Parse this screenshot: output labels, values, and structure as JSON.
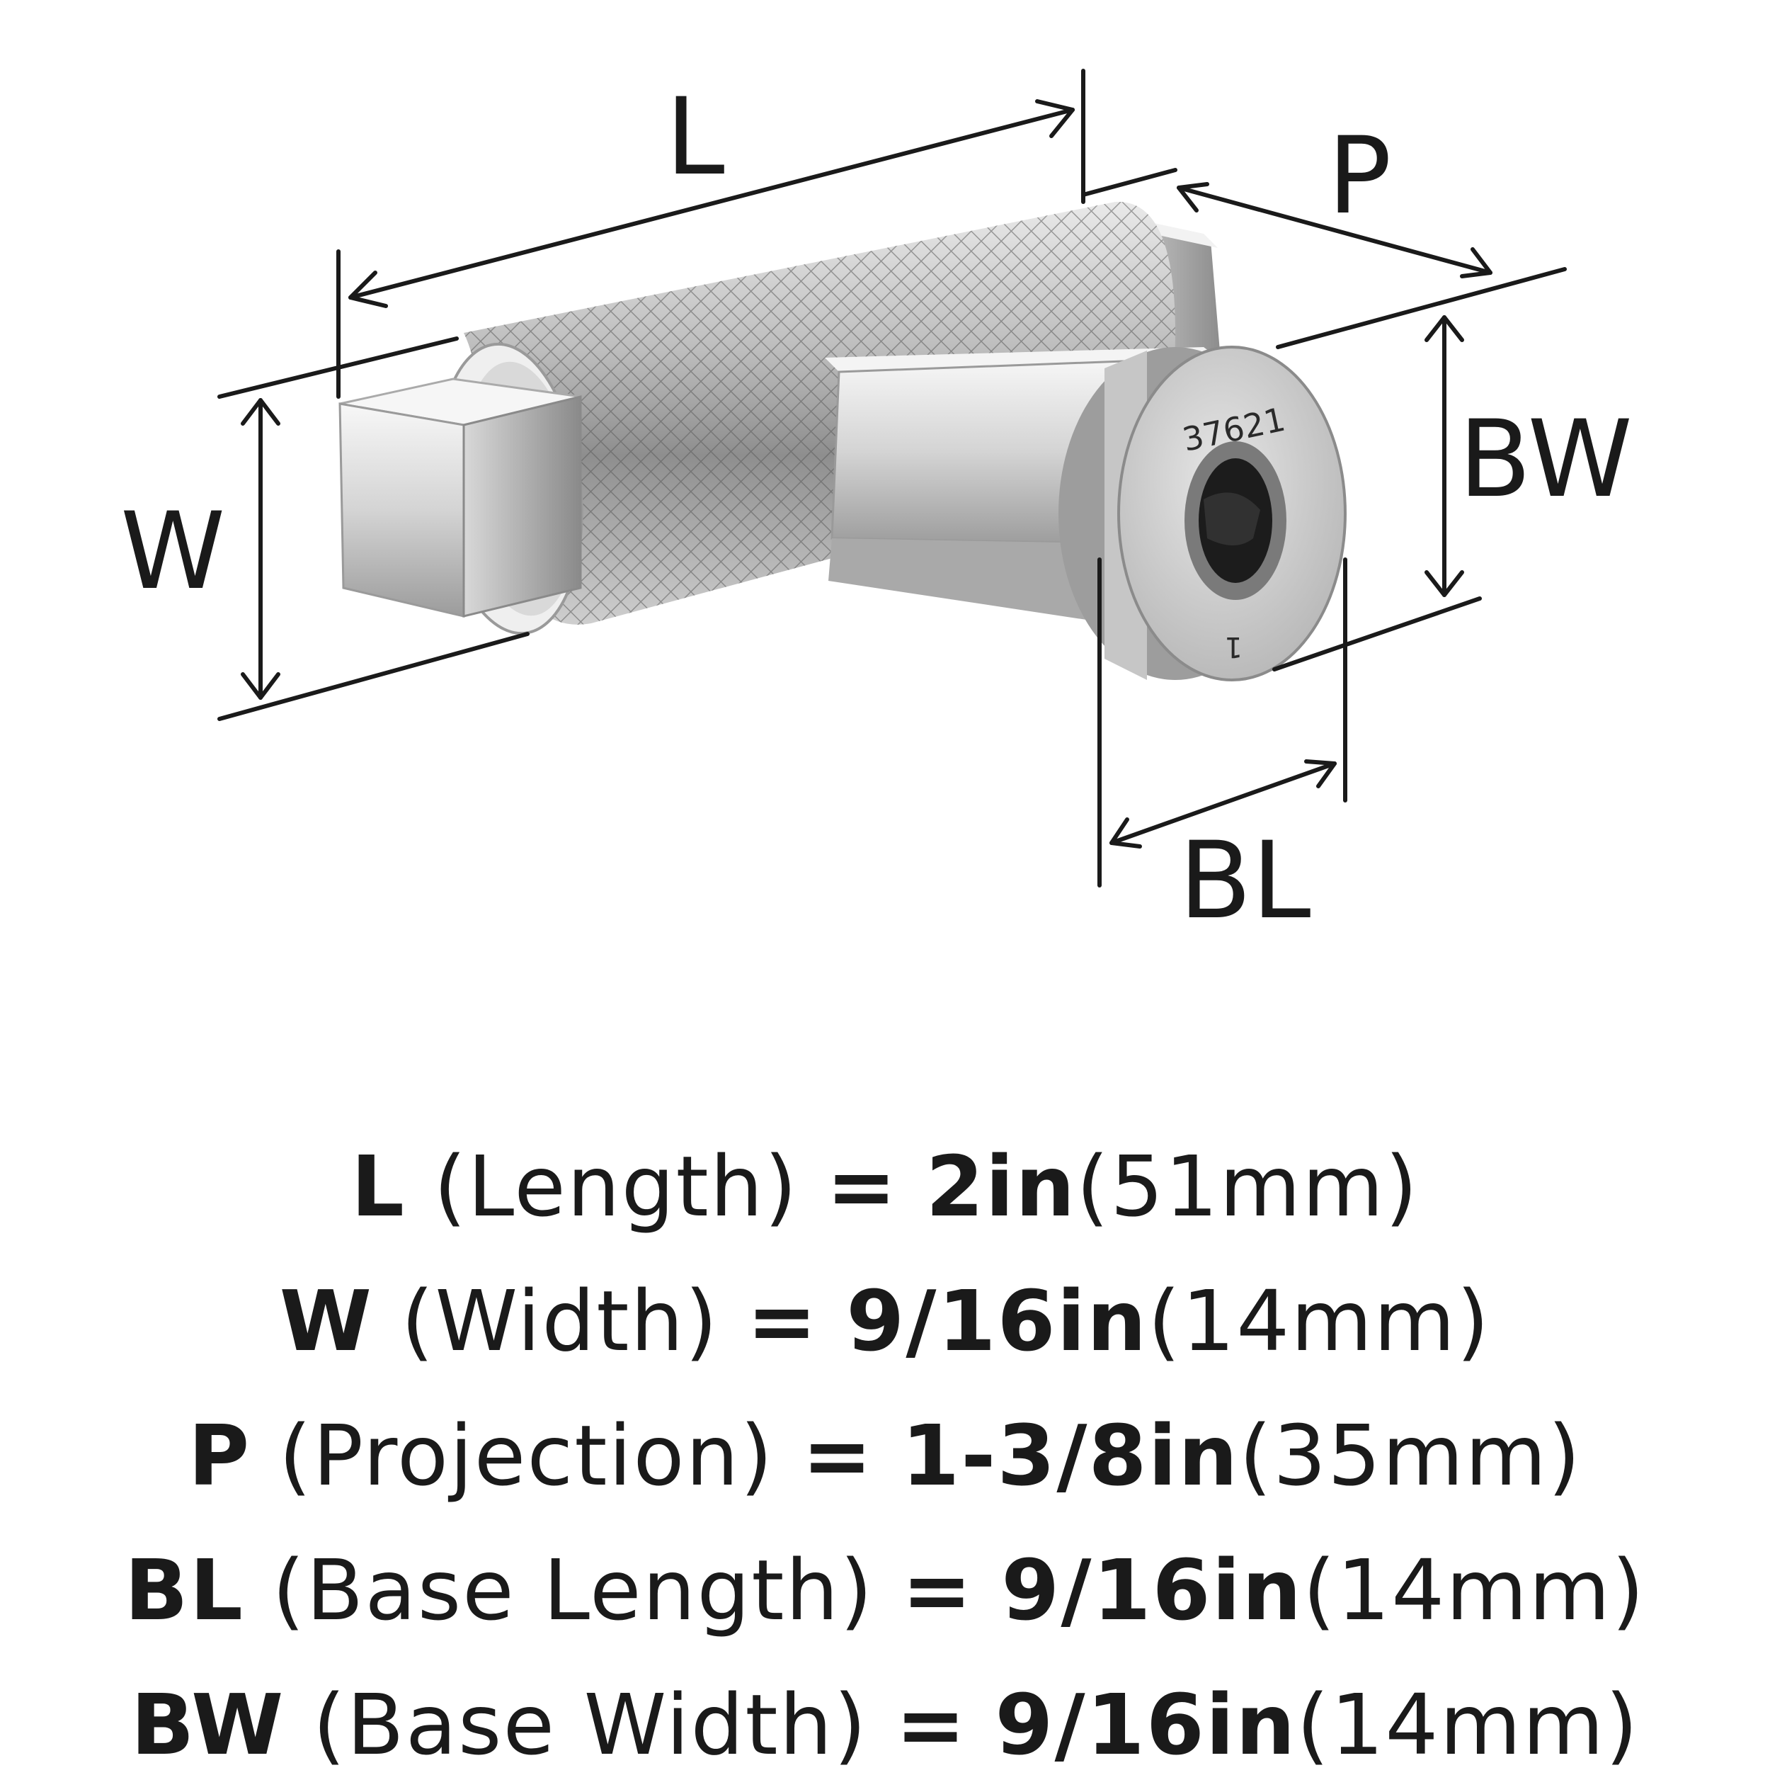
{
  "diagram": {
    "dimension_letters": {
      "length": "L",
      "width": "W",
      "projection": "P",
      "base_width": "BW",
      "base_length": "BL"
    },
    "part_number": "37621",
    "mark": "1"
  },
  "specs": [
    {
      "abbr": "L",
      "name": "(Length)",
      "eq": "=",
      "imperial": "2in",
      "metric": "(51mm)"
    },
    {
      "abbr": "W",
      "name": "(Width)",
      "eq": "=",
      "imperial": "9/16in",
      "metric": "(14mm)"
    },
    {
      "abbr": "P",
      "name": "(Projection)",
      "eq": "=",
      "imperial": "1-3/8in",
      "metric": "(35mm)"
    },
    {
      "abbr": "BL",
      "name": "(Base Length)",
      "eq": "=",
      "imperial": "9/16in",
      "metric": "(14mm)"
    },
    {
      "abbr": "BW",
      "name": "(Base Width)",
      "eq": "=",
      "imperial": "9/16in",
      "metric": "(14mm)"
    }
  ],
  "colors": {
    "text": "#1a1a1a",
    "background": "#ffffff",
    "metal": "#c9c9c9"
  }
}
